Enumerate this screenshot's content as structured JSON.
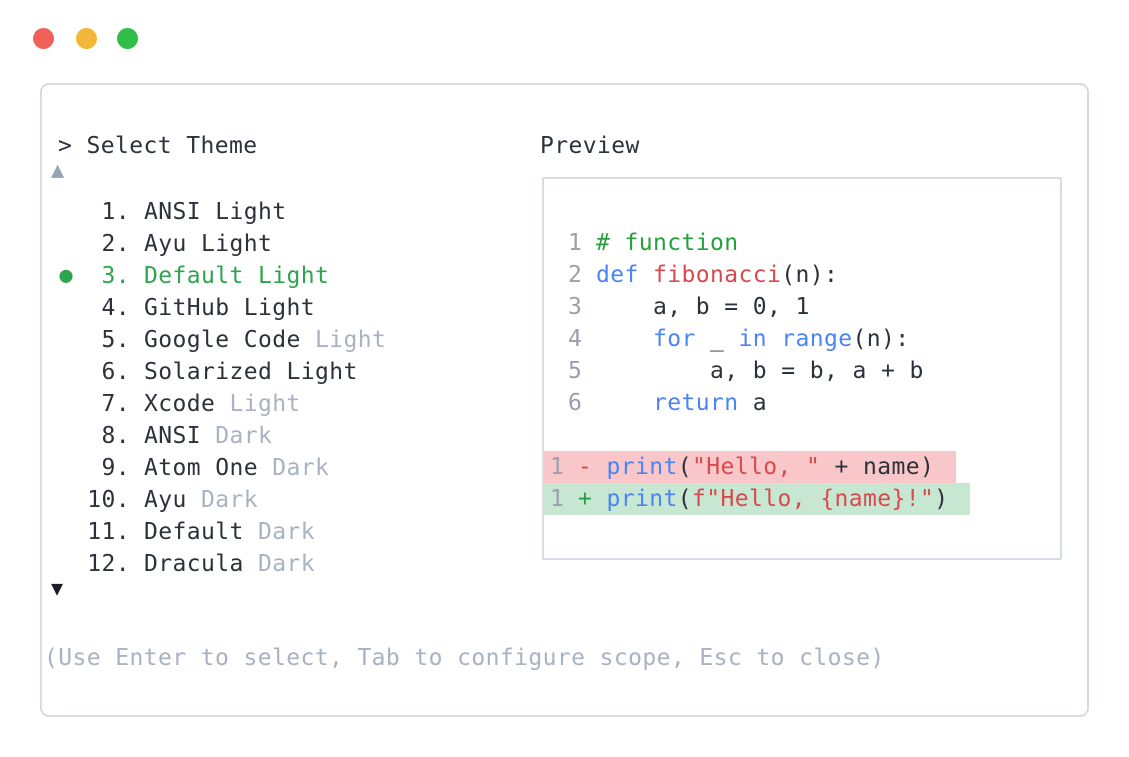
{
  "window": {
    "controls": [
      {
        "name": "close-button",
        "color": "#f2605a"
      },
      {
        "name": "minimize-button",
        "color": "#f2b63a"
      },
      {
        "name": "zoom-button",
        "color": "#2fbf46"
      }
    ]
  },
  "picker": {
    "prompt": "> Select Theme",
    "scroll_up_indicator": "▲",
    "scroll_down_indicator": "▼",
    "selected_marker": "●",
    "items": [
      {
        "number": "1.",
        "name": "ANSI Light",
        "dim": "",
        "selected": false
      },
      {
        "number": "2.",
        "name": "Ayu Light",
        "dim": "",
        "selected": false
      },
      {
        "number": "3.",
        "name": "Default Light",
        "dim": "",
        "selected": true
      },
      {
        "number": "4.",
        "name": "GitHub Light",
        "dim": "",
        "selected": false
      },
      {
        "number": "5.",
        "name": "Google Code",
        "dim": "Light",
        "selected": false
      },
      {
        "number": "6.",
        "name": "Solarized Light",
        "dim": "",
        "selected": false
      },
      {
        "number": "7.",
        "name": "Xcode",
        "dim": "Light",
        "selected": false
      },
      {
        "number": "8.",
        "name": "ANSI",
        "dim": "Dark",
        "selected": false
      },
      {
        "number": "9.",
        "name": "Atom One",
        "dim": "Dark",
        "selected": false
      },
      {
        "number": "10.",
        "name": "Ayu",
        "dim": "Dark",
        "selected": false
      },
      {
        "number": "11.",
        "name": "Default",
        "dim": "Dark",
        "selected": false
      },
      {
        "number": "12.",
        "name": "Dracula",
        "dim": "Dark",
        "selected": false
      }
    ],
    "help_text": "(Use Enter to select, Tab to configure scope, Esc to close)"
  },
  "preview": {
    "title": "Preview",
    "code_lines": [
      {
        "num": "1",
        "bg": "",
        "tokens": [
          {
            "t": "# function",
            "c": "comment"
          }
        ]
      },
      {
        "num": "2",
        "bg": "",
        "tokens": [
          {
            "t": "def",
            "c": "keyword"
          },
          {
            "t": " ",
            "c": "plain"
          },
          {
            "t": "fibonacci",
            "c": "function"
          },
          {
            "t": "(n):",
            "c": "plain"
          }
        ]
      },
      {
        "num": "3",
        "bg": "",
        "tokens": [
          {
            "t": "    a, b = 0, 1",
            "c": "plain"
          }
        ]
      },
      {
        "num": "4",
        "bg": "",
        "tokens": [
          {
            "t": "    ",
            "c": "plain"
          },
          {
            "t": "for",
            "c": "keyword"
          },
          {
            "t": " _ ",
            "c": "plain"
          },
          {
            "t": "in",
            "c": "keyword"
          },
          {
            "t": " ",
            "c": "plain"
          },
          {
            "t": "range",
            "c": "keyword"
          },
          {
            "t": "(n):",
            "c": "plain"
          }
        ]
      },
      {
        "num": "5",
        "bg": "",
        "tokens": [
          {
            "t": "        a, b = b, a + b",
            "c": "plain"
          }
        ]
      },
      {
        "num": "6",
        "bg": "",
        "tokens": [
          {
            "t": "    ",
            "c": "plain"
          },
          {
            "t": "return",
            "c": "keyword"
          },
          {
            "t": " a",
            "c": "plain"
          }
        ]
      },
      {
        "num": "",
        "bg": "",
        "tokens": []
      },
      {
        "num": "1",
        "bg": "removed",
        "tokens": [
          {
            "t": "-",
            "c": "diff-del"
          },
          {
            "t": " ",
            "c": "plain"
          },
          {
            "t": "print",
            "c": "keyword"
          },
          {
            "t": "(",
            "c": "plain"
          },
          {
            "t": "\"Hello, \"",
            "c": "string"
          },
          {
            "t": " + name)",
            "c": "plain"
          }
        ]
      },
      {
        "num": "1",
        "bg": "added",
        "tokens": [
          {
            "t": "+",
            "c": "diff-add"
          },
          {
            "t": " ",
            "c": "plain"
          },
          {
            "t": "print",
            "c": "keyword"
          },
          {
            "t": "(",
            "c": "plain"
          },
          {
            "t": "f\"Hello, {name}!\"",
            "c": "string"
          },
          {
            "t": ")",
            "c": "plain"
          }
        ]
      }
    ]
  },
  "colors": {
    "text": "#2c323a",
    "dim": "#a9b2c0",
    "selected_green": "#2fa44e",
    "keyword_blue": "#4b84f4",
    "token_red": "#d9494e",
    "comment_green": "#279f3d",
    "line_number_gray": "#9aa0aa",
    "diff_removed_bg": "#f9c7ca",
    "diff_added_bg": "#c8e7d2",
    "diff_add_green": "#28a04a",
    "panel_border": "#d7dbe2",
    "scroll_up_gray": "#97a3b4",
    "scroll_down_dark": "#1a1e24"
  }
}
